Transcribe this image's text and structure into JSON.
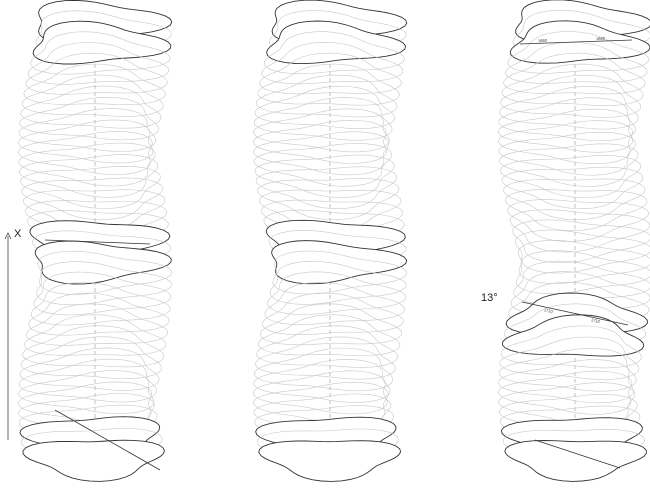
{
  "diagram": {
    "axis_label": "X",
    "angle_label": "13°",
    "dimension_labels": {
      "tower_3_top": [
        "1660",
        "1660"
      ],
      "tower_3_middle": [
        "1710",
        "1710"
      ]
    },
    "colors": {
      "stacked_floors": "#c8c8c8",
      "highlighted_floors": "#333333",
      "axis": "#444444"
    }
  }
}
